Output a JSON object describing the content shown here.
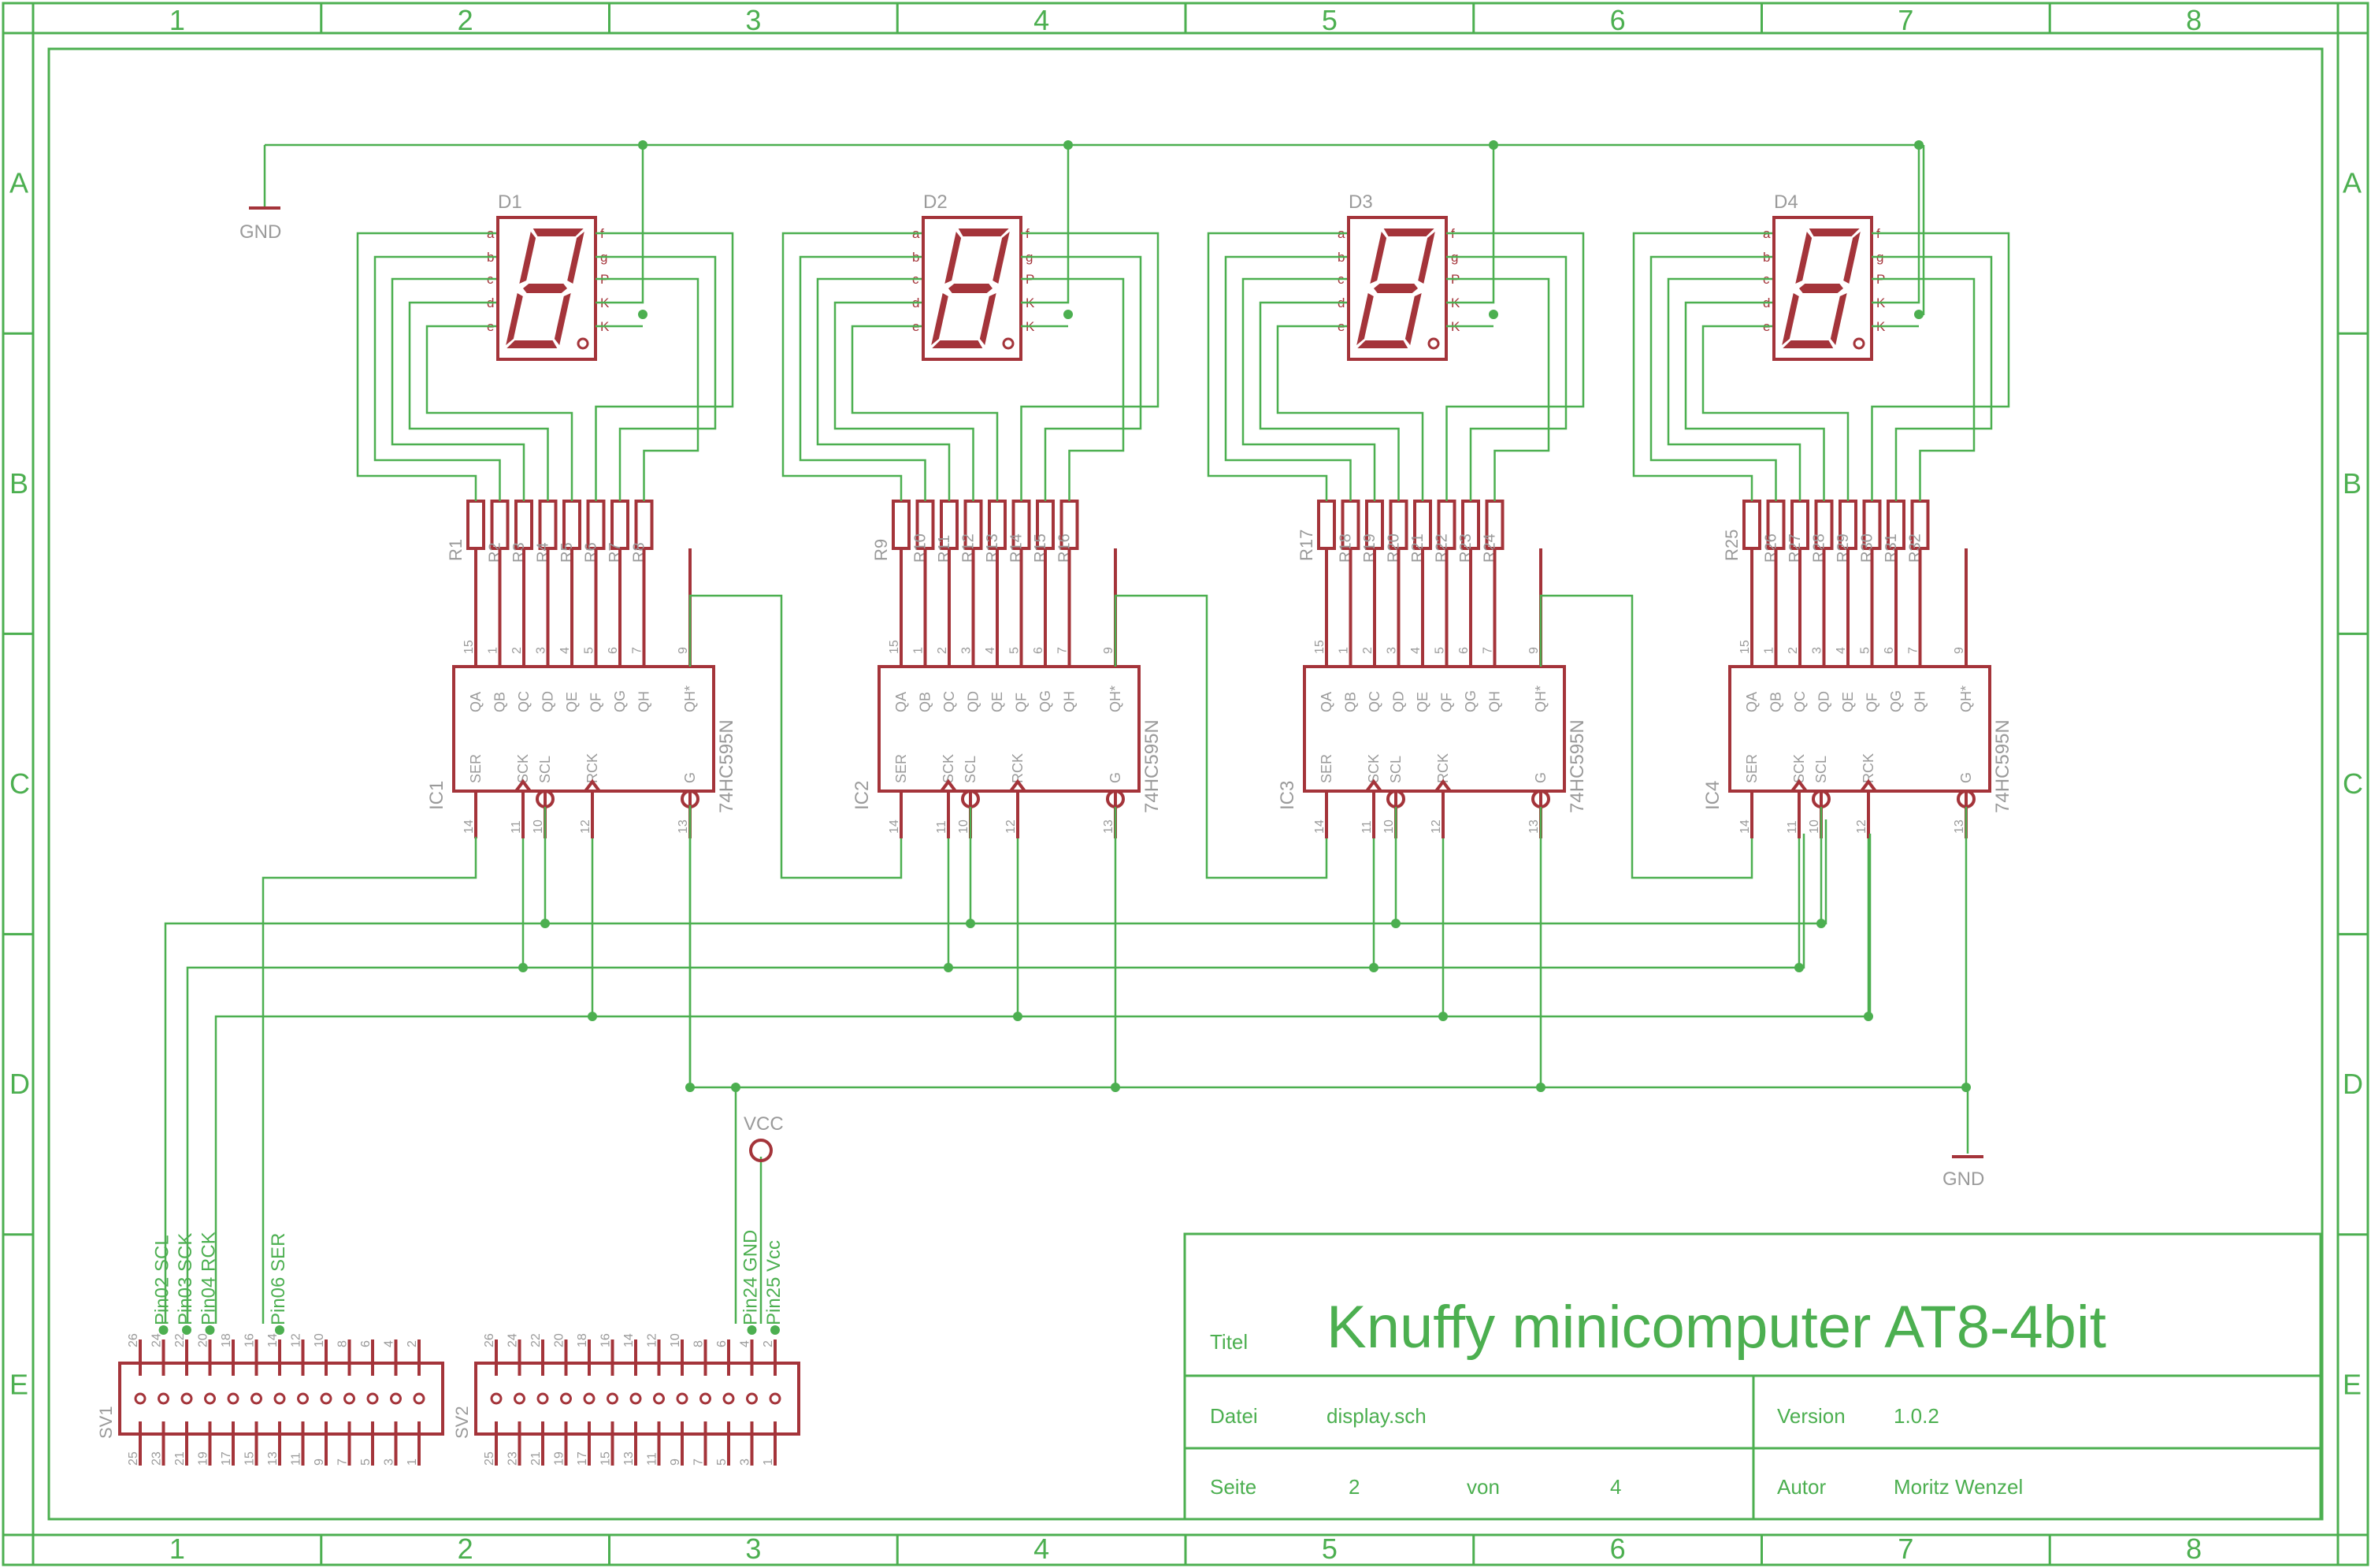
{
  "border": {
    "columns": [
      "1",
      "2",
      "3",
      "4",
      "5",
      "6",
      "7",
      "8"
    ],
    "rows": [
      "A",
      "B",
      "C",
      "D",
      "E"
    ]
  },
  "displays": [
    {
      "ref": "D1",
      "sr_ref": "IC1",
      "res_first": "R1",
      "res_refs": [
        "R2",
        "R3",
        "R4",
        "R5",
        "R6",
        "R7",
        "R8"
      ]
    },
    {
      "ref": "D2",
      "sr_ref": "IC2",
      "res_first": "R9",
      "res_refs": [
        "R10",
        "R11",
        "R12",
        "R13",
        "R14",
        "R15",
        "R16"
      ]
    },
    {
      "ref": "D3",
      "sr_ref": "IC3",
      "res_first": "R17",
      "res_refs": [
        "R18",
        "R19",
        "R20",
        "R21",
        "R22",
        "R23",
        "R24"
      ]
    },
    {
      "ref": "D4",
      "sr_ref": "IC4",
      "res_first": "R25",
      "res_refs": [
        "R26",
        "R27",
        "R28",
        "R29",
        "R30",
        "R31",
        "R32"
      ]
    }
  ],
  "seg_pins_left": [
    "a",
    "b",
    "c",
    "d",
    "e"
  ],
  "seg_pins_right": [
    "f",
    "g",
    "P",
    "K",
    "K"
  ],
  "sr_part": "74HC595N",
  "sr_top_pins": [
    "QA",
    "QB",
    "QC",
    "QD",
    "QE",
    "QF",
    "QG",
    "QH",
    "QH*"
  ],
  "sr_top_nums": [
    "15",
    "1",
    "2",
    "3",
    "4",
    "5",
    "6",
    "7",
    "9"
  ],
  "sr_bottom_pins": [
    "SER",
    "SCK",
    "SCL",
    "RCK",
    "G"
  ],
  "sr_bottom_nums": [
    "14",
    "11",
    "10",
    "12",
    "13"
  ],
  "power": {
    "gnd_label": "GND",
    "vcc_label": "VCC"
  },
  "connectors": {
    "sv1": "SV1",
    "sv2": "SV2",
    "top_even": [
      "26",
      "24",
      "22",
      "20",
      "18",
      "16",
      "14",
      "12",
      "10",
      "8",
      "6",
      "4",
      "2"
    ],
    "bottom_odd": [
      "25",
      "23",
      "21",
      "19",
      "17",
      "15",
      "13",
      "11",
      "9",
      "7",
      "5",
      "3",
      "1"
    ],
    "sv1_nets": [
      "Pin02 SCL",
      "Pin03 SCK",
      "Pin04 RCK",
      "Pin06 SER"
    ],
    "sv2_nets": [
      "Pin24 GND",
      "Pin25 Vcc"
    ]
  },
  "title_block": {
    "titel_label": "Titel",
    "title": "Knuffy minicomputer AT8-4bit",
    "datei_label": "Datei",
    "datei_value": "display.sch",
    "version_label": "Version",
    "version_value": "1.0.2",
    "seite_label": "Seite",
    "seite_value": "2",
    "von_label": "von",
    "von_value": "4",
    "autor_label": "Autor",
    "autor_value": "Moritz Wenzel"
  }
}
